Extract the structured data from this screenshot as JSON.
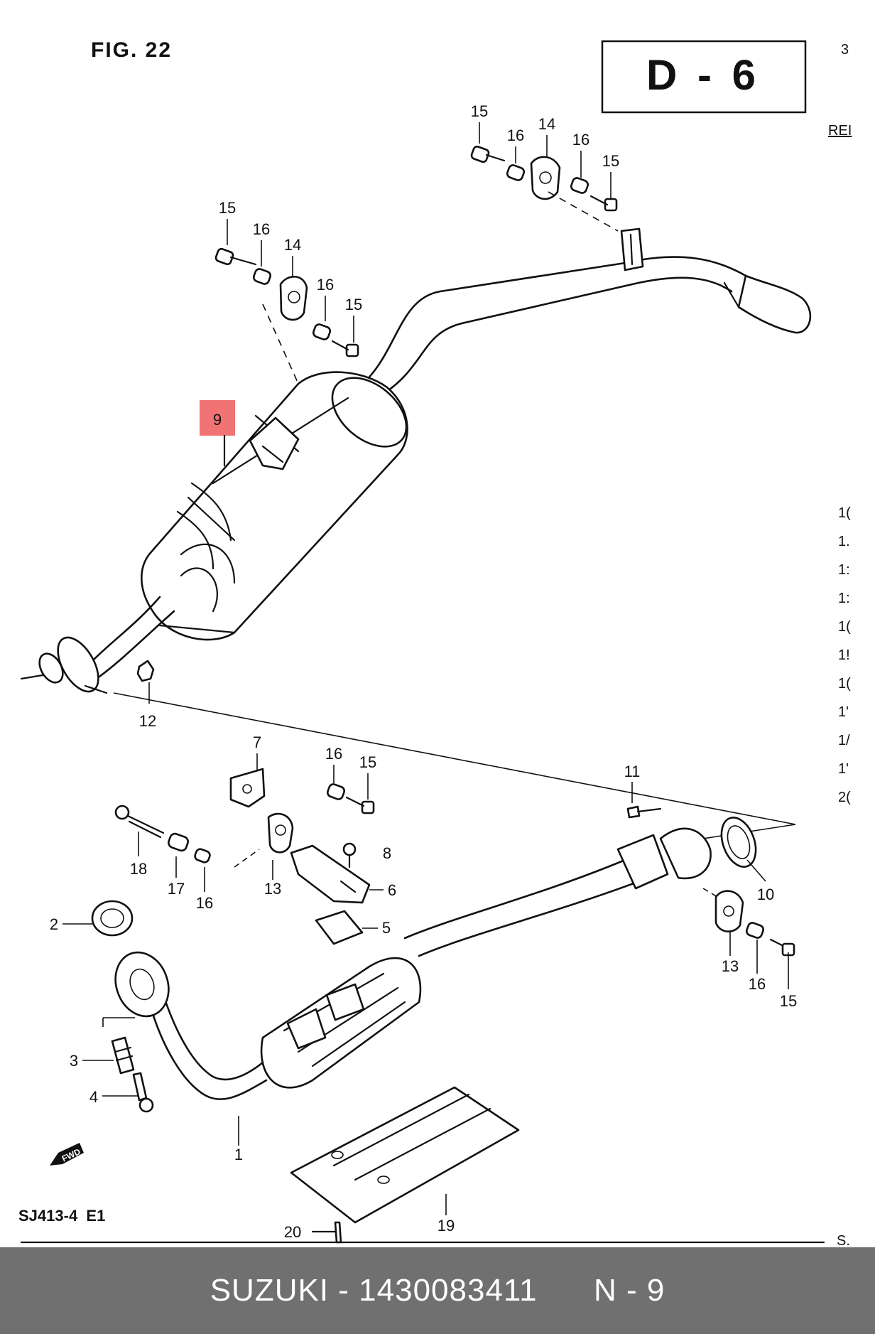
{
  "figure": {
    "title": "FIG. 22",
    "section_code": "D - 6",
    "model_code": "SJ413-4  E1",
    "fwd_label": "FWD",
    "edge_fragments": [
      "3",
      "REI",
      "1(",
      "1.",
      "1:",
      "1:",
      "1(",
      "1!",
      "1(",
      "1'",
      "1/",
      "1'",
      "2(",
      "S."
    ]
  },
  "highlight": {
    "label": "9",
    "color": "#ef5b5b"
  },
  "callouts": [
    {
      "label": "15"
    },
    {
      "label": "16"
    },
    {
      "label": "14"
    },
    {
      "label": "16"
    },
    {
      "label": "15"
    },
    {
      "label": "15"
    },
    {
      "label": "16"
    },
    {
      "label": "14"
    },
    {
      "label": "16"
    },
    {
      "label": "15"
    },
    {
      "label": "12"
    },
    {
      "label": "7"
    },
    {
      "label": "16"
    },
    {
      "label": "15"
    },
    {
      "label": "11"
    },
    {
      "label": "8"
    },
    {
      "label": "18"
    },
    {
      "label": "17"
    },
    {
      "label": "16"
    },
    {
      "label": "13"
    },
    {
      "label": "6"
    },
    {
      "label": "10"
    },
    {
      "label": "2"
    },
    {
      "label": "5"
    },
    {
      "label": "13"
    },
    {
      "label": "16"
    },
    {
      "label": "15"
    },
    {
      "label": "3"
    },
    {
      "label": "4"
    },
    {
      "label": "1"
    },
    {
      "label": "19"
    },
    {
      "label": "20"
    }
  ],
  "footer": {
    "brand": "SUZUKI",
    "part_number": "1430083411",
    "ref": "N - 9",
    "text": "SUZUKI - 1430083411      N - 9"
  }
}
